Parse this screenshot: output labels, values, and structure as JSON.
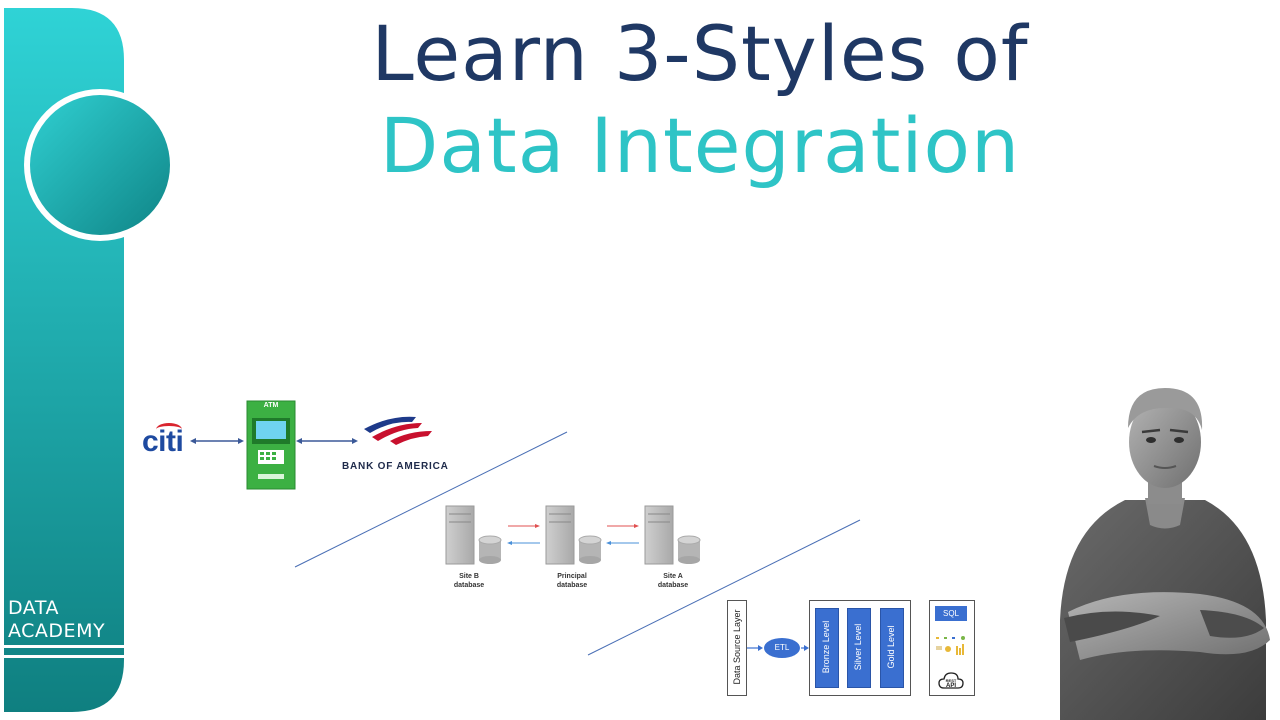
{
  "title": {
    "line1": "Learn 3-Styles of",
    "line2": "Data Integration"
  },
  "brand": {
    "line1": "DATA",
    "line2": "ACADEMY"
  },
  "colors": {
    "navy": "#1f3864",
    "teal": "#2ec4c6",
    "teal_dark": "#0e8a8a",
    "blue_box": "#3a6fd0",
    "atm_green": "#3cb043"
  },
  "atm_diagram": {
    "left_logo": "citi",
    "atm_label": "ATM",
    "right_logo": "BANK OF AMERICA"
  },
  "replication_diagram": {
    "nodes": [
      {
        "line1": "Site B",
        "line2": "database"
      },
      {
        "line1": "Principal",
        "line2": "database"
      },
      {
        "line1": "Site A",
        "line2": "database"
      }
    ]
  },
  "pipeline_diagram": {
    "source_layer": "Data Source Layer",
    "etl": "ETL",
    "levels": [
      "Bronze Level",
      "Silver Level",
      "Gold Level"
    ],
    "sql": "SQL",
    "api_top": "REST",
    "api_bottom": "API"
  }
}
